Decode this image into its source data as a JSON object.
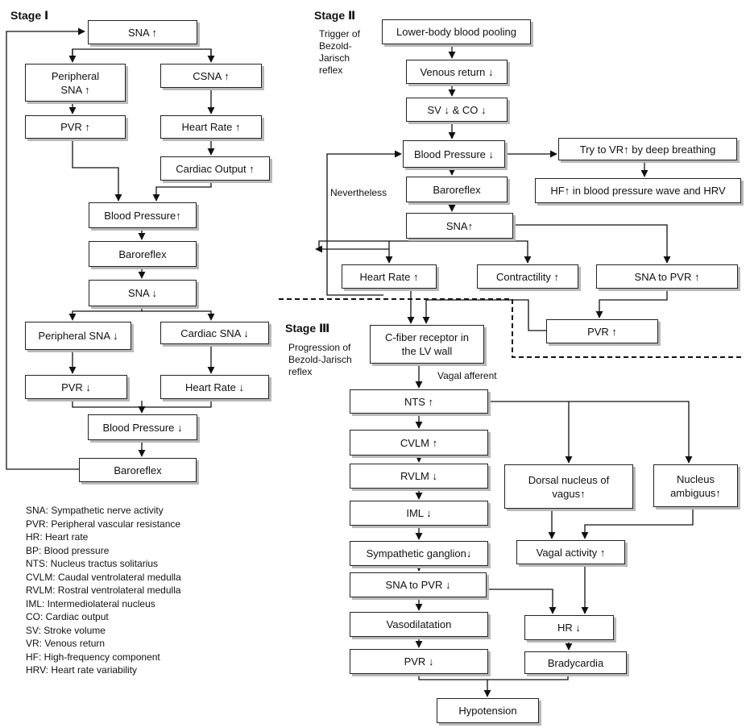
{
  "stages": {
    "s1": "Stage Ⅰ",
    "s2": "Stage Ⅱ",
    "s3": "Stage Ⅲ",
    "s2_note": "Trigger of\nBezold-\nJarisch\nreflex",
    "s3_note": "Progression of\nBezold-Jarisch\nreflex",
    "nevertheless": "Nevertheless",
    "vagal_afferent": "Vagal afferent"
  },
  "nodes": {
    "s1_sna": "SNA ↑",
    "s1_psna": "Peripheral\nSNA ↑",
    "s1_csna": "CSNA ↑",
    "s1_pvr": "PVR    ↑",
    "s1_hr": "Heart Rate ↑",
    "s1_co": "Cardiac Output ↑",
    "s1_bp": "Blood Pressure↑",
    "s1_baro": "Baroreflex",
    "s1_sna2": "SNA ↓",
    "s1_psna2": "Peripheral SNA ↓",
    "s1_csna2": "Cardiac SNA ↓",
    "s1_pvr2": "PVR ↓",
    "s1_hr2": "Heart Rate ↓",
    "s1_bp2": "Blood Pressure ↓",
    "s1_baro2": "Baroreflex",
    "s2_pool": "Lower-body blood pooling",
    "s2_vr": "Venous return ↓",
    "s2_sv": "SV ↓ & CO ↓",
    "s2_bp": "Blood Pressure ↓",
    "s2_try": "Try to VR↑ by deep breathing",
    "s2_hf": "HF↑ in blood pressure wave and HRV",
    "s2_baro": "Baroreflex",
    "s2_sna": "SNA↑",
    "s2_hr": "Heart Rate ↑",
    "s2_contr": "Contractility ↑",
    "s2_snapvr": "SNA to PVR ↑",
    "s2_pvr": "PVR ↑",
    "s3_cfib": "C-fiber receptor in\nthe LV wall",
    "s3_nts": "NTS ↑",
    "s3_cvlm": "CVLM ↑",
    "s3_rvlm": "RVLM ↓",
    "s3_iml": "IML ↓",
    "s3_gang": "Sympathetic ganglion↓",
    "s3_snapvr": "SNA to PVR ↓",
    "s3_vaso": "Vasodilatation",
    "s3_pvr": "PVR ↓",
    "s3_dnv": "Dorsal nucleus of\nvagus↑",
    "s3_na": "Nucleus\nambiguus↑",
    "s3_vagal": "Vagal activity ↑",
    "s3_hr": "HR ↓",
    "s3_brady": "Bradycardia",
    "s3_hypo": "Hypotension"
  },
  "legend": [
    "SNA: Sympathetic nerve activity",
    "PVR: Peripheral vascular resistance",
    "HR: Heart rate",
    "BP: Blood pressure",
    "NTS: Nucleus tractus solitarius",
    "CVLM: Caudal ventrolateral medulla",
    "RVLM: Rostral ventrolateral medulla",
    "IML: Intermediolateral nucleus",
    "CO: Cardiac output",
    "SV: Stroke volume",
    "VR: Venous return",
    "HF: High-frequency component",
    "HRV: Heart rate variability"
  ]
}
